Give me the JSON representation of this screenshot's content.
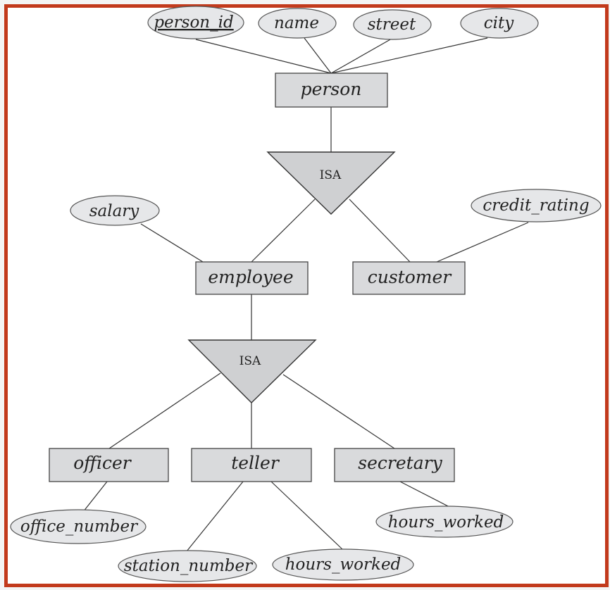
{
  "diagram": {
    "entities": {
      "person": "person",
      "employee": "employee",
      "customer": "customer",
      "officer": "officer",
      "teller": "teller",
      "secretary": "secretary"
    },
    "attributes": {
      "person_id": "person_id",
      "name": "name",
      "street": "street",
      "city": "city",
      "salary": "salary",
      "credit_rating": "credit_rating",
      "office_number": "office_number",
      "station_number": "station_number",
      "teller_hours_worked": "hours_worked",
      "secretary_hours_worked": "hours_worked"
    },
    "isa": {
      "top": "ISA",
      "bottom": "ISA"
    }
  },
  "colors": {
    "frame_border": "#c23a1c",
    "entity_fill": "#d9dadc",
    "attribute_fill": "#e6e7e9"
  }
}
